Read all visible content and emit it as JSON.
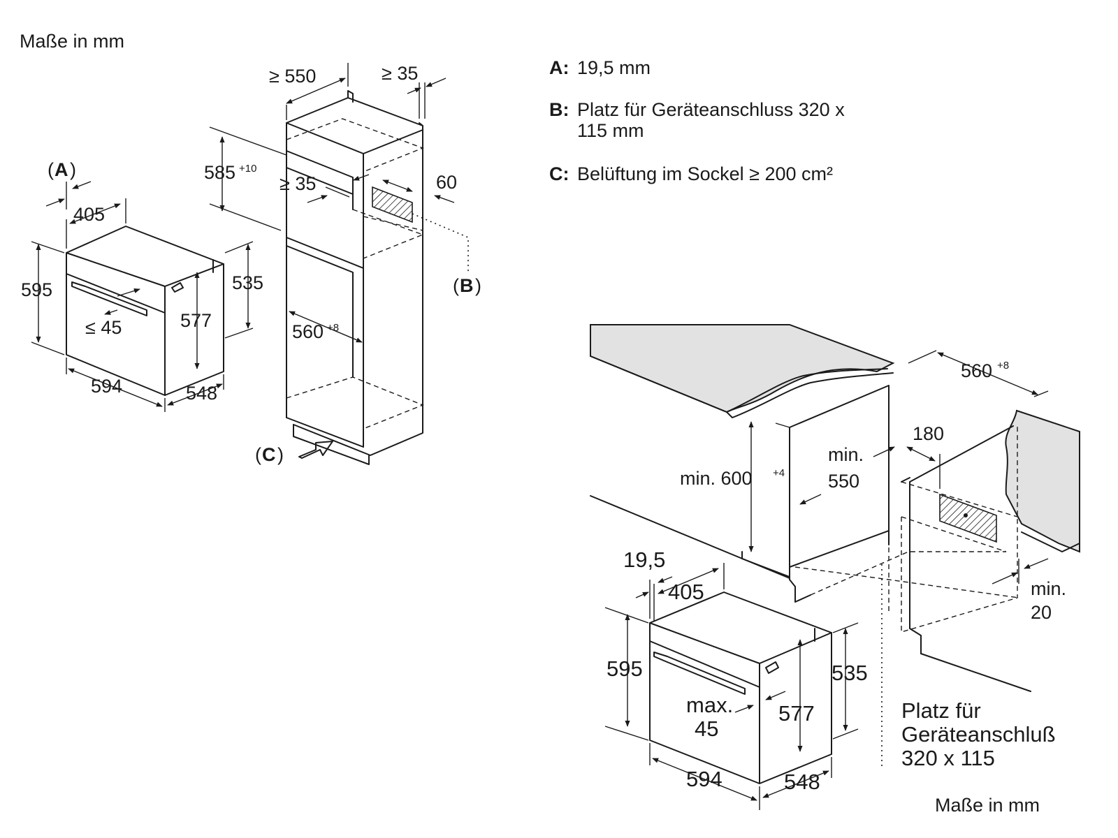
{
  "header": {
    "units_top": "Maße in mm",
    "units_bottom": "Maße in mm"
  },
  "legend": [
    {
      "key": "A:",
      "text": "19,5 mm"
    },
    {
      "key": "B:",
      "text": "Platz für Geräteanschluss 320 x",
      "text2": "115 mm"
    },
    {
      "key": "C:",
      "text": "Belüftung im Sockel ≥ 200 cm²"
    }
  ],
  "tall_cabinet_drawing": {
    "labels": {
      "A": "A",
      "B": "B",
      "C": "C",
      "paren_open": "(",
      "paren_close": ")"
    },
    "oven": {
      "depth_front": "405",
      "height": "595",
      "handle_gap": "≤ 45",
      "inner_height": "577",
      "body_height": "535",
      "width": "594",
      "depth": "548"
    },
    "cabinet": {
      "depth": "≥ 550",
      "rear_gap": "≥ 35",
      "niche_height": "585",
      "niche_height_tol": "+10",
      "shelf_gap": "≥ 35",
      "side": "60",
      "niche_width": "560",
      "niche_width_tol": "+8"
    }
  },
  "undercounter_drawing": {
    "niche_width": "560",
    "niche_width_tol": "+8",
    "connection_offset": "180",
    "min_depth_label": "min.",
    "min_depth_value": "550",
    "min_height_label": "min. 600",
    "min_height_tol": "+4",
    "rear_min_label": "min.",
    "rear_min_value": "20",
    "oven": {
      "front_offset": "19,5",
      "depth_front": "405",
      "height": "595",
      "handle_label": "max.",
      "handle_value": "45",
      "inner_height": "577",
      "body_height": "535",
      "width": "594",
      "depth": "548"
    },
    "connection_note": [
      "Platz für",
      "Geräteanschluß",
      "320 x 115"
    ]
  }
}
